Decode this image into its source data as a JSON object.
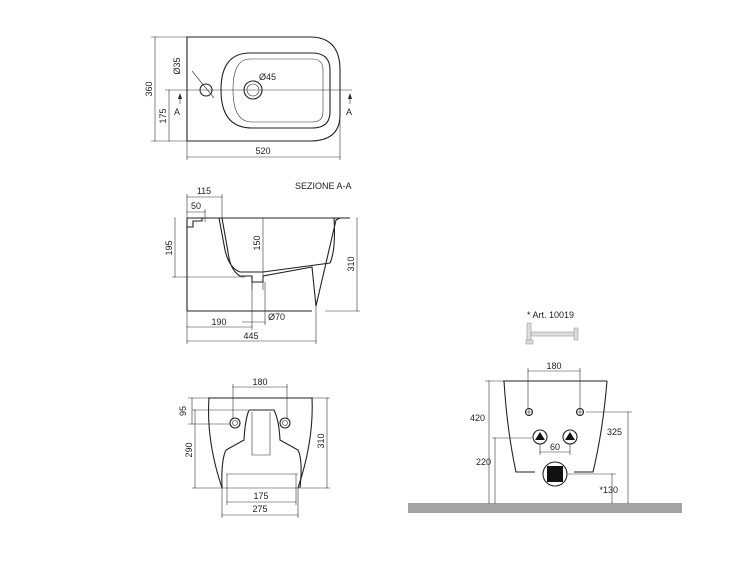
{
  "top_view": {
    "dim_length": "520",
    "dim_width": "360",
    "dim_axis": "175",
    "dim_tap_hole": "Ø35",
    "dim_drain": "Ø45",
    "section_mark_left": "A",
    "section_mark_right": "A"
  },
  "section_view": {
    "title": "SEZIONE A-A",
    "dim_115": "115",
    "dim_50": "50",
    "dim_195": "195",
    "dim_150": "150",
    "dim_310": "310",
    "dim_190": "190",
    "dim_drain": "Ø70",
    "dim_445": "445"
  },
  "rear_view": {
    "dim_180": "180",
    "dim_95": "95",
    "dim_290": "290",
    "dim_310": "310",
    "dim_175": "175",
    "dim_275": "275"
  },
  "install_view": {
    "accessory_label": "* Art. 10019",
    "dim_180": "180",
    "dim_420": "420",
    "dim_325": "325",
    "dim_60": "60",
    "dim_220": "220",
    "dim_130": "*130",
    "floor_color": "#a3a3a3"
  }
}
